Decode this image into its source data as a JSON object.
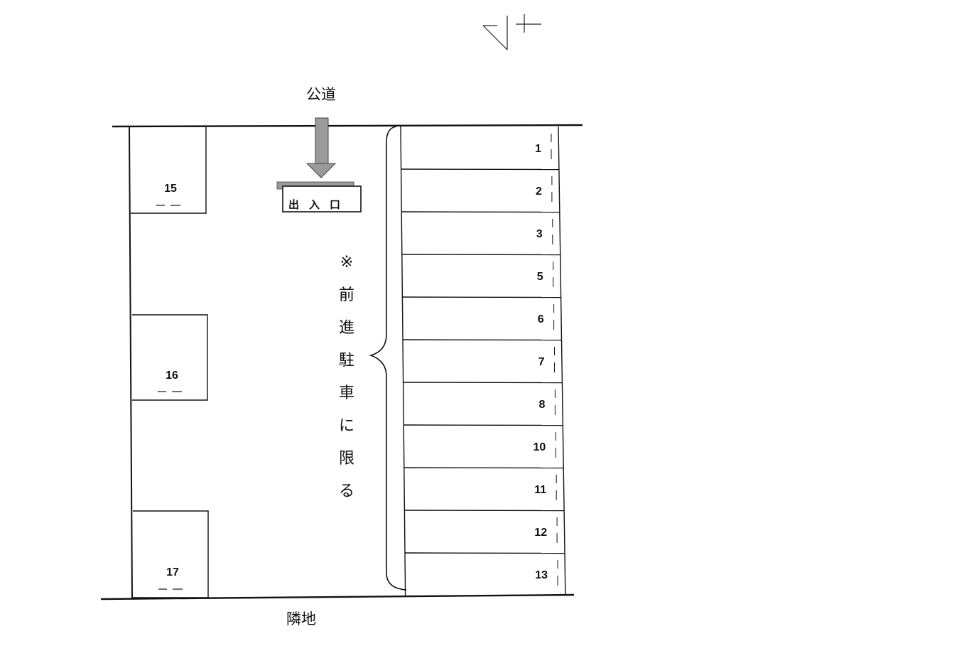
{
  "road_top_label": "公道",
  "road_bottom_label": "隣地",
  "entrance_label": "出入口",
  "note_chars": [
    "※",
    "前",
    "進",
    "駐",
    "車",
    "に",
    "限",
    "る"
  ],
  "right_spaces": [
    "1",
    "2",
    "3",
    "5",
    "6",
    "7",
    "8",
    "10",
    "11",
    "12",
    "13"
  ],
  "left_spaces": [
    "15",
    "16",
    "17"
  ],
  "colors": {
    "line": "#111111",
    "arrow_fill": "#9a9a9a"
  }
}
